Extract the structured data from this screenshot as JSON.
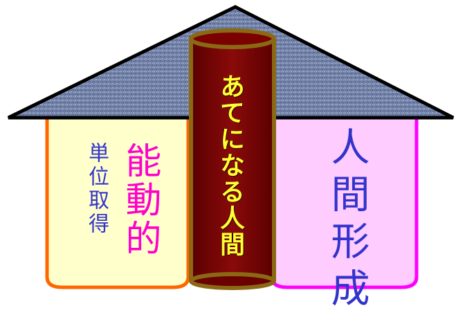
{
  "left_book": {
    "subtitle": "単位取得",
    "title": "能動的"
  },
  "center_pillar": {
    "title": "あてになる人間"
  },
  "right_book": {
    "title": "人間形成"
  },
  "colors": {
    "roof_fill": "#6f7fa3",
    "roof_stroke": "#000000",
    "left_book_fill": "#ffffcc",
    "left_book_stroke": "#ff6600",
    "pillar_fill": "#7b0000",
    "pillar_stroke": "#8b6914",
    "right_book_fill": "#ffccff",
    "right_book_stroke": "#ff00ff",
    "subtitle_text": "#3333cc",
    "left_title_text": "#ff00cc",
    "pillar_text": "#ffff33",
    "right_title_text": "#3333cc"
  }
}
